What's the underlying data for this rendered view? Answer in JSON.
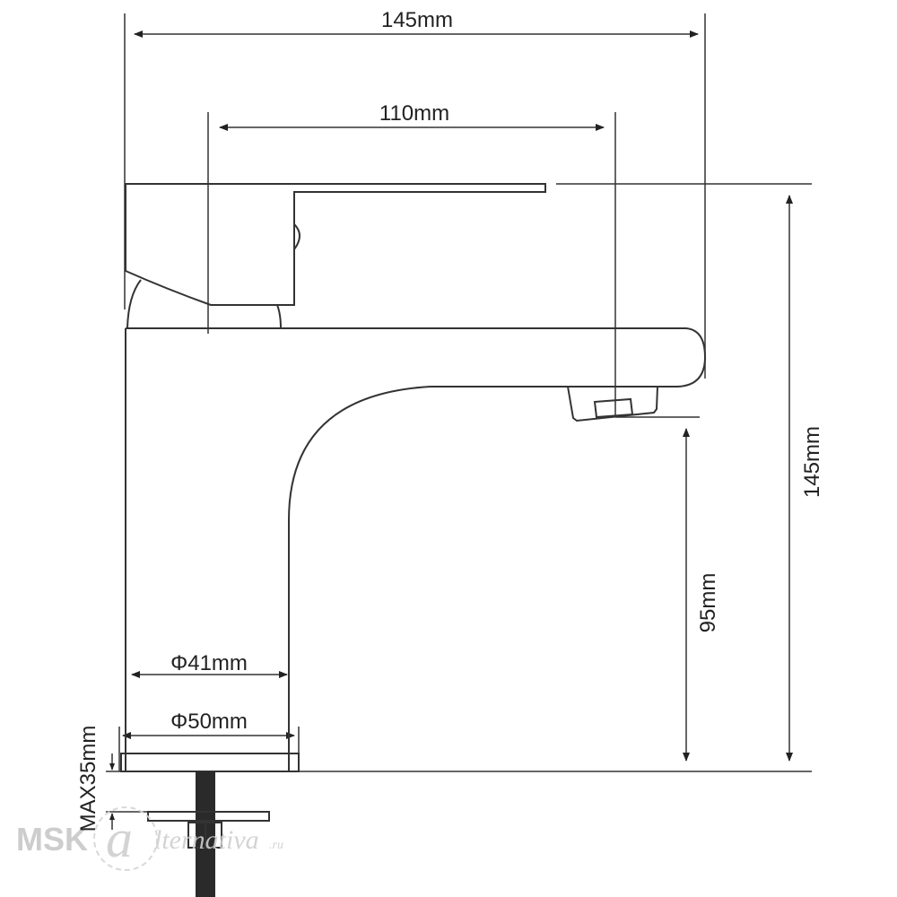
{
  "dimensions": {
    "overall_width": "145mm",
    "spout_reach": "110mm",
    "overall_height": "145mm",
    "spout_height": "95mm",
    "body_diameter": "Φ41mm",
    "base_diameter": "Φ50mm",
    "max_deck_thickness": "MAX35mm"
  },
  "watermark": {
    "brand": "MSK",
    "script": "lternativa",
    "domain": ".ru"
  },
  "colors": {
    "line": "#333333",
    "rod": "#2a2a2a",
    "watermark": "#c8c8c8"
  }
}
